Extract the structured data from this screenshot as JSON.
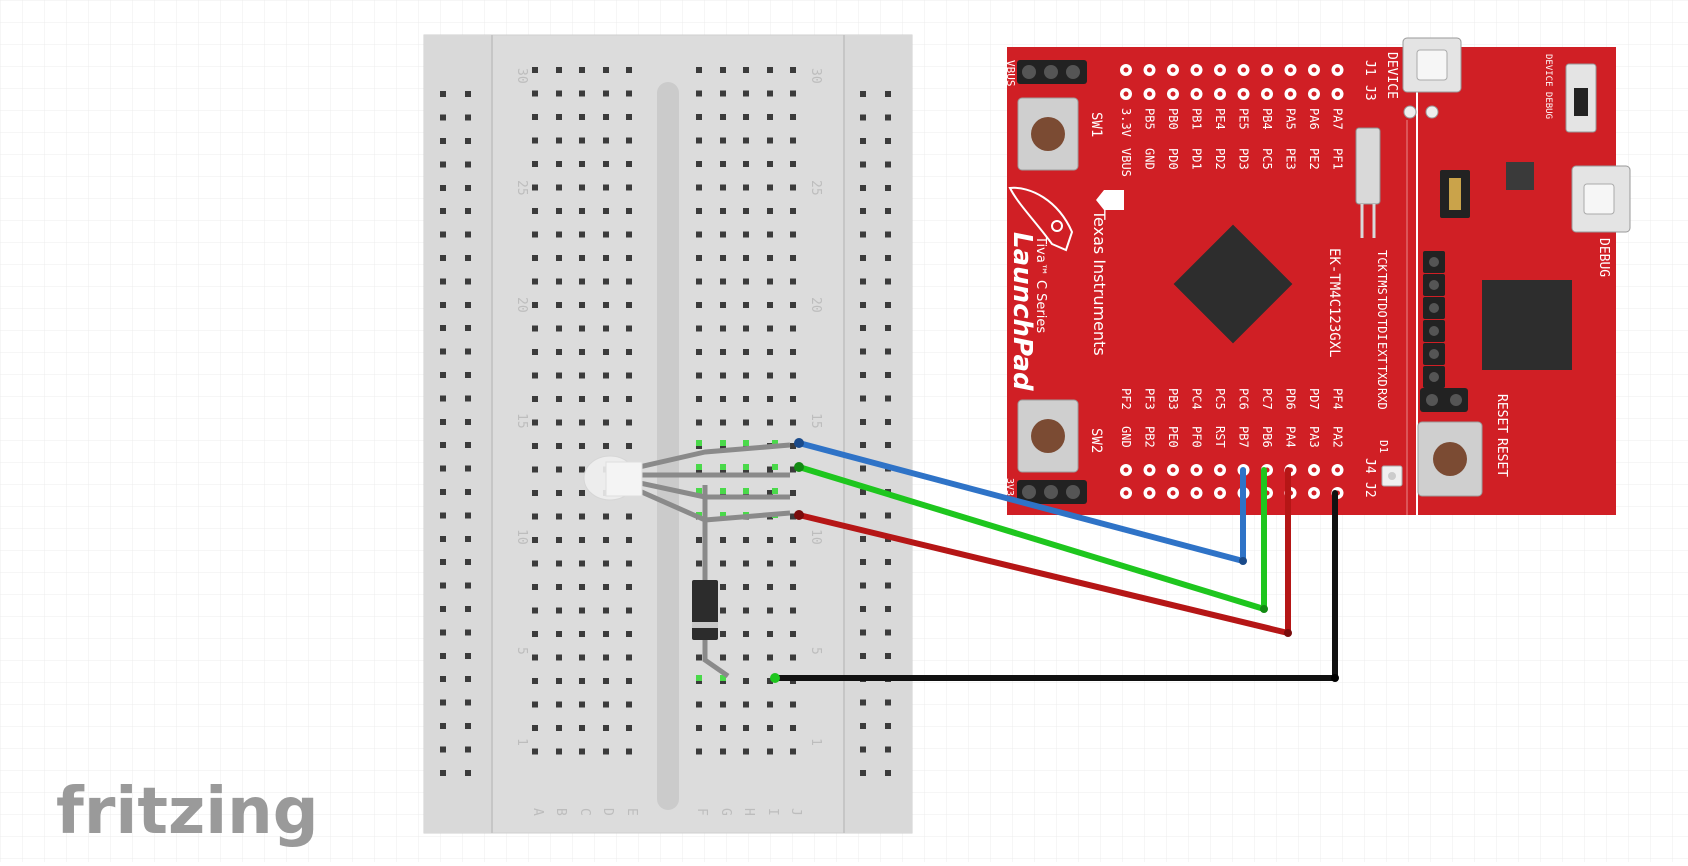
{
  "app": {
    "logo_text": "fritzing"
  },
  "colors": {
    "background": "#ffffff",
    "grid": "#ececec",
    "breadboard": "#dcdcdc",
    "board_red": "#d01f25",
    "wire_blue": "#2f73c7",
    "wire_green": "#1ec61e",
    "wire_red": "#b51616",
    "wire_black": "#111111"
  },
  "breadboard": {
    "row_numbers": [
      "30",
      "25",
      "20",
      "15",
      "10",
      "5",
      "1"
    ],
    "column_letters_left": [
      "A",
      "B",
      "C",
      "D",
      "E"
    ],
    "column_letters_right": [
      "F",
      "G",
      "H",
      "I",
      "J"
    ]
  },
  "launchpad": {
    "brand": "Texas Instruments",
    "series": "Tiva™ C Series",
    "product": "LaunchPad",
    "model": "EK-TM4C123GXL",
    "header_top": [
      "J1",
      "J3"
    ],
    "header_bottom": [
      "J4",
      "J2"
    ],
    "labels_top_row1": [
      "PA7",
      "PA6",
      "PA5",
      "PB4",
      "PE5",
      "PE4",
      "PB1",
      "PB0",
      "PB5",
      "3.3V"
    ],
    "labels_top_row2": [
      "PF1",
      "PE2",
      "PE3",
      "PC5",
      "PD3",
      "PD2",
      "PD1",
      "PD0",
      "GND",
      "VBUS"
    ],
    "labels_bottom_row1": [
      "PF4",
      "PD7",
      "PD6",
      "PC7",
      "PC6",
      "PC5",
      "PC4",
      "PB3",
      "PF3",
      "PF2"
    ],
    "labels_bottom_row2": [
      "PA2",
      "PA3",
      "PA4",
      "PB6",
      "PB7",
      "RST",
      "PF0",
      "PE0",
      "PB2",
      "GND"
    ],
    "jtag_labels": [
      "TCK",
      "TMS",
      "TDO",
      "TDI",
      "EXT",
      "TXD",
      "RXD"
    ],
    "sw1": "SW1",
    "sw2": "SW2",
    "vbus": "VBUS",
    "device": "DEVICE",
    "debug": "DEBUG",
    "device_debug": "DEVICE DEBUG",
    "reset1": "RESET",
    "reset2": "RESET",
    "d1": "D1",
    "side_label": "3V3"
  }
}
